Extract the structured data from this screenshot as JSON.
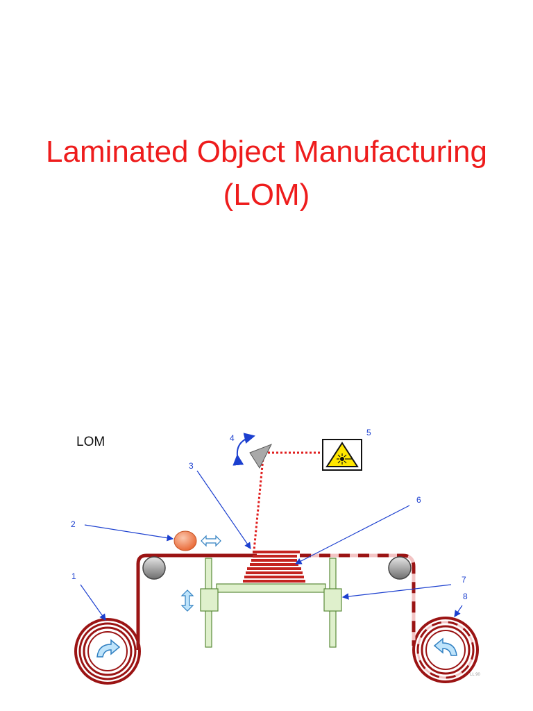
{
  "title": {
    "line1": "Laminated Object Manufacturing",
    "line2": "(LOM)"
  },
  "diagram": {
    "heading": "LOM",
    "labels": [
      "1",
      "2",
      "3",
      "4",
      "5",
      "6",
      "7",
      "8"
    ],
    "watermark": "LL 90",
    "colors": {
      "title": "#ee1c1c",
      "sheet": "#9b1414",
      "sheet_used": "#f3c4c4",
      "laser_beam": "#e01e1e",
      "frame": "#dff0cc",
      "frame_stroke": "#5a8a3a",
      "leader": "#1b3fcf",
      "roller": "#8c8c8c",
      "heated_roller": "#f08a5d",
      "warning": "#ffe600"
    },
    "icons": [
      "laser-warning-icon",
      "rotate-arrow-icon",
      "double-arrow-icon"
    ]
  }
}
